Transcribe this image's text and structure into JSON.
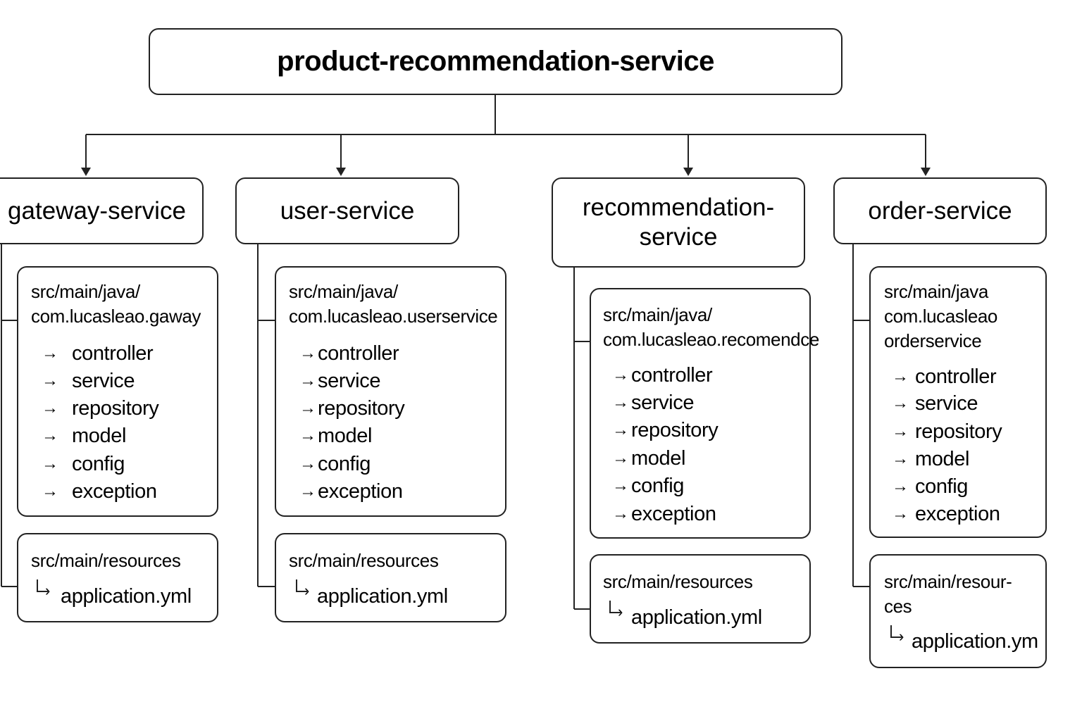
{
  "root": {
    "title": "product-recommendation-service"
  },
  "services": [
    {
      "name": "gateway-service",
      "package": "src/main/java/\ncom.lucasleao.gaway",
      "layers": [
        "controller",
        "service",
        "repository",
        "model",
        "config",
        "exception"
      ],
      "resources": {
        "path": "src/main/resources",
        "file": "application.yml"
      }
    },
    {
      "name": "user-service",
      "package": "src/main/java/\ncom.lucasleao.userservice",
      "layers": [
        "controller",
        "service",
        "repository",
        "model",
        "config",
        "exception"
      ],
      "resources": {
        "path": "src/main/resources",
        "file": "application.yml"
      }
    },
    {
      "name": "recommendation-\nservice",
      "package": "src/main/java/\ncom.lucasleao.recomendce",
      "layers": [
        "controller",
        "service",
        "repository",
        "model",
        "config",
        "exception"
      ],
      "resources": {
        "path": "src/main/resources",
        "file": "application.yml"
      }
    },
    {
      "name": "order-service",
      "package": "src/main/java\ncom.lucasleao\norderservice",
      "layers": [
        "controller",
        "service",
        "repository",
        "model",
        "config",
        "exception"
      ],
      "resources": {
        "path": "src/main/resour-\nces",
        "file": "application.ym"
      }
    }
  ]
}
